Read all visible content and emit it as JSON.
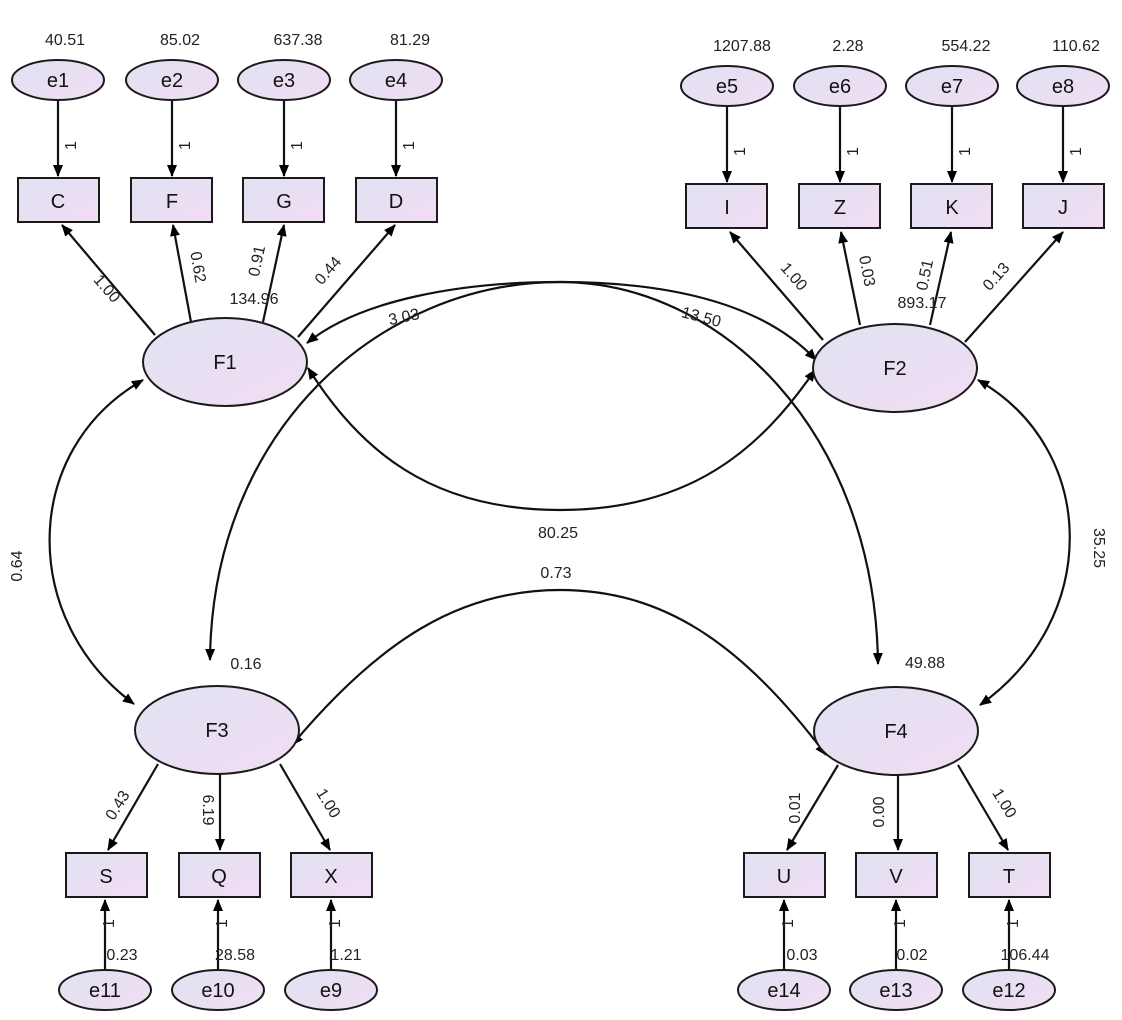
{
  "latent_factors": [
    {
      "id": "F1",
      "label": "F1"
    },
    {
      "id": "F2",
      "label": "F2"
    },
    {
      "id": "F3",
      "label": "F3"
    },
    {
      "id": "F4",
      "label": "F4"
    }
  ],
  "indicators": [
    {
      "id": "C",
      "label": "C"
    },
    {
      "id": "F",
      "label": "F"
    },
    {
      "id": "G",
      "label": "G"
    },
    {
      "id": "D",
      "label": "D"
    },
    {
      "id": "I",
      "label": "I"
    },
    {
      "id": "Z",
      "label": "Z"
    },
    {
      "id": "K",
      "label": "K"
    },
    {
      "id": "J",
      "label": "J"
    },
    {
      "id": "S",
      "label": "S"
    },
    {
      "id": "Q",
      "label": "Q"
    },
    {
      "id": "X",
      "label": "X"
    },
    {
      "id": "U",
      "label": "U"
    },
    {
      "id": "V",
      "label": "V"
    },
    {
      "id": "T",
      "label": "T"
    }
  ],
  "error_terms": [
    {
      "id": "e1",
      "label": "e1",
      "variance": "40.51"
    },
    {
      "id": "e2",
      "label": "e2",
      "variance": "85.02"
    },
    {
      "id": "e3",
      "label": "e3",
      "variance": "637.38"
    },
    {
      "id": "e4",
      "label": "e4",
      "variance": "81.29"
    },
    {
      "id": "e5",
      "label": "e5",
      "variance": "1207.88"
    },
    {
      "id": "e6",
      "label": "e6",
      "variance": "2.28"
    },
    {
      "id": "e7",
      "label": "e7",
      "variance": "554.22"
    },
    {
      "id": "e8",
      "label": "e8",
      "variance": "110.62"
    },
    {
      "id": "e9",
      "label": "e9",
      "variance": "1.21"
    },
    {
      "id": "e10",
      "label": "e10",
      "variance": "28.58"
    },
    {
      "id": "e11",
      "label": "e11",
      "variance": "0.23"
    },
    {
      "id": "e12",
      "label": "e12",
      "variance": "106.44"
    },
    {
      "id": "e13",
      "label": "e13",
      "variance": "0.02"
    },
    {
      "id": "e14",
      "label": "e14",
      "variance": "0.03"
    }
  ],
  "factor_variances": {
    "F1": "134.96",
    "F2": "893.17",
    "F3": "0.16",
    "F4": "49.88"
  },
  "loadings": [
    {
      "from": "F1",
      "to": "C",
      "value": "1.00"
    },
    {
      "from": "F1",
      "to": "F",
      "value": "0.62"
    },
    {
      "from": "F1",
      "to": "G",
      "value": "0.91"
    },
    {
      "from": "F1",
      "to": "D",
      "value": "0.44"
    },
    {
      "from": "F2",
      "to": "I",
      "value": "1.00"
    },
    {
      "from": "F2",
      "to": "Z",
      "value": "0.03"
    },
    {
      "from": "F2",
      "to": "K",
      "value": "0.51"
    },
    {
      "from": "F2",
      "to": "J",
      "value": "0.13"
    },
    {
      "from": "F3",
      "to": "S",
      "value": "0.43"
    },
    {
      "from": "F3",
      "to": "Q",
      "value": "6.19"
    },
    {
      "from": "F3",
      "to": "X",
      "value": "1.00"
    },
    {
      "from": "F4",
      "to": "U",
      "value": "0.01"
    },
    {
      "from": "F4",
      "to": "V",
      "value": "0.00"
    },
    {
      "from": "F4",
      "to": "T",
      "value": "1.00"
    }
  ],
  "error_path_label": "1",
  "covariances": [
    {
      "between": [
        "F1",
        "F2"
      ],
      "value": "80.25"
    },
    {
      "between": [
        "F1",
        "F3"
      ],
      "value": "0.64"
    },
    {
      "between": [
        "F1",
        "F4"
      ],
      "value": "13.50"
    },
    {
      "between": [
        "F2",
        "F3"
      ],
      "value": "3.03"
    },
    {
      "between": [
        "F2",
        "F4"
      ],
      "value": "35.25"
    },
    {
      "between": [
        "F3",
        "F4"
      ],
      "value": "0.73"
    }
  ]
}
